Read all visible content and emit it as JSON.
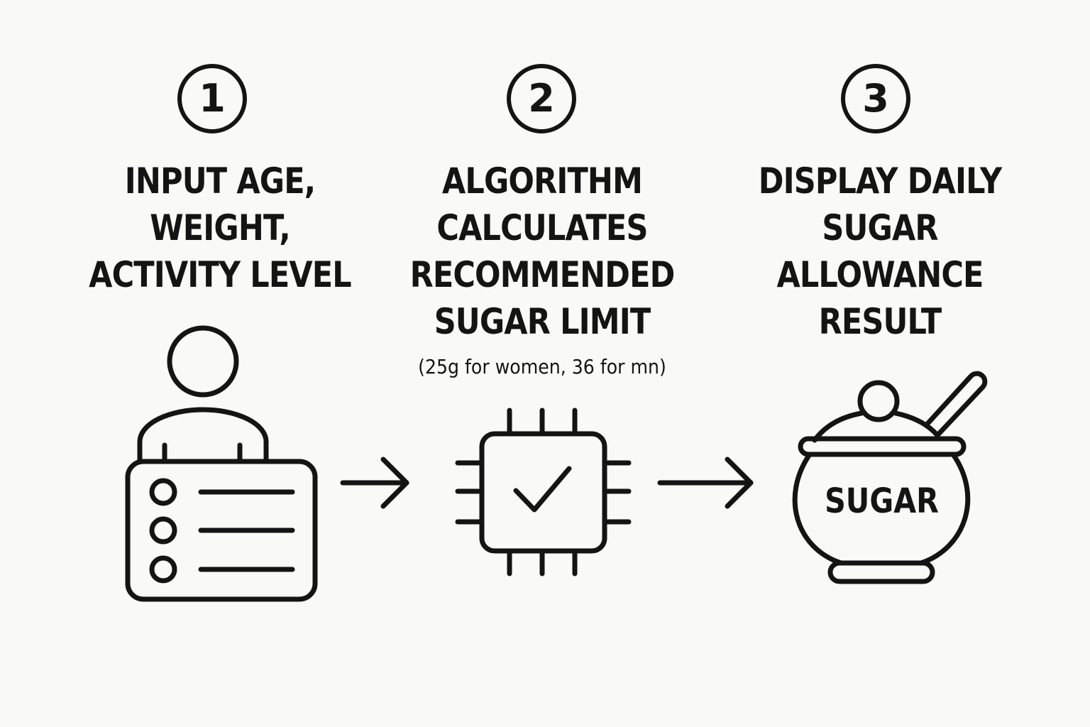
{
  "steps": [
    {
      "number": "1",
      "title_lines": [
        "INPUT AGE,",
        "WEIGHT,",
        "ACTIVITY LEVEL"
      ],
      "icon": "user-form-icon"
    },
    {
      "number": "2",
      "title_lines": [
        "ALGORITHM",
        "CALCULATES",
        "RECOMMENDED",
        "SUGAR LIMIT"
      ],
      "note": "(25g for women, 36 for mn)",
      "icon": "processor-check-icon"
    },
    {
      "number": "3",
      "title_lines": [
        "DISPLAY DAILY",
        "SUGAR",
        "ALLOWANCE",
        "RESULT"
      ],
      "icon": "sugar-bowl-icon",
      "icon_label": "SUGAR"
    }
  ],
  "colors": {
    "background": "#f9f9f7",
    "ink": "#141414"
  }
}
